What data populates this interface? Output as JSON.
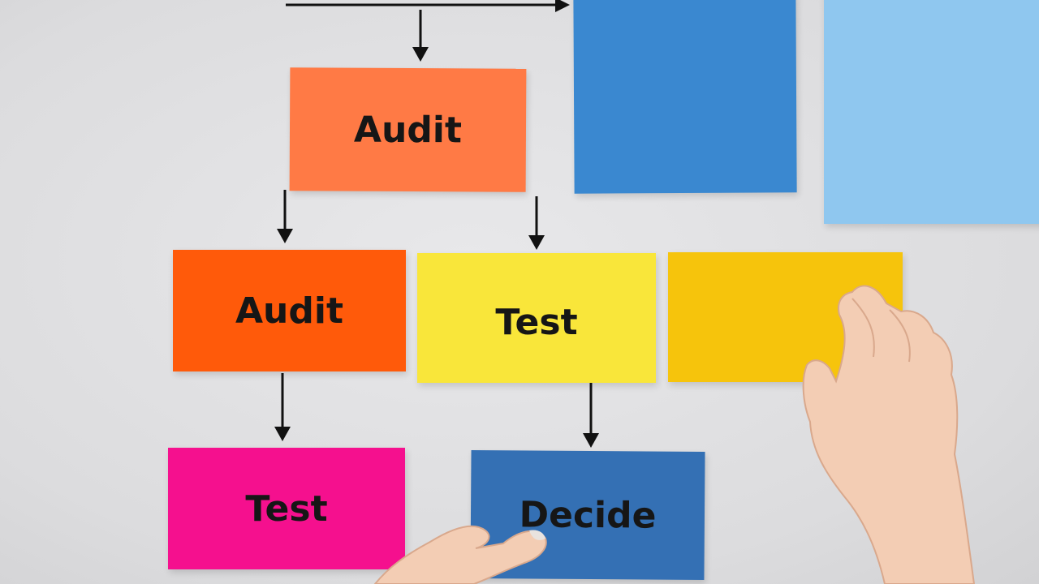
{
  "colors": {
    "background": "#dedee0",
    "arrow": "#111111",
    "note_orange_light": "#ff7a45",
    "note_orange": "#ff5a0a",
    "note_yellow": "#f9e63a",
    "note_amber": "#f6c40c",
    "note_pink": "#f5108e",
    "note_blue": "#3470b4",
    "note_blue_mid": "#3a88d0",
    "note_blue_light": "#8fc7ef"
  },
  "notes": {
    "audit_top": "Audit",
    "audit_left": "Audit",
    "test_middle": "Test",
    "test_bottom": "Test",
    "decide": "Decide"
  }
}
